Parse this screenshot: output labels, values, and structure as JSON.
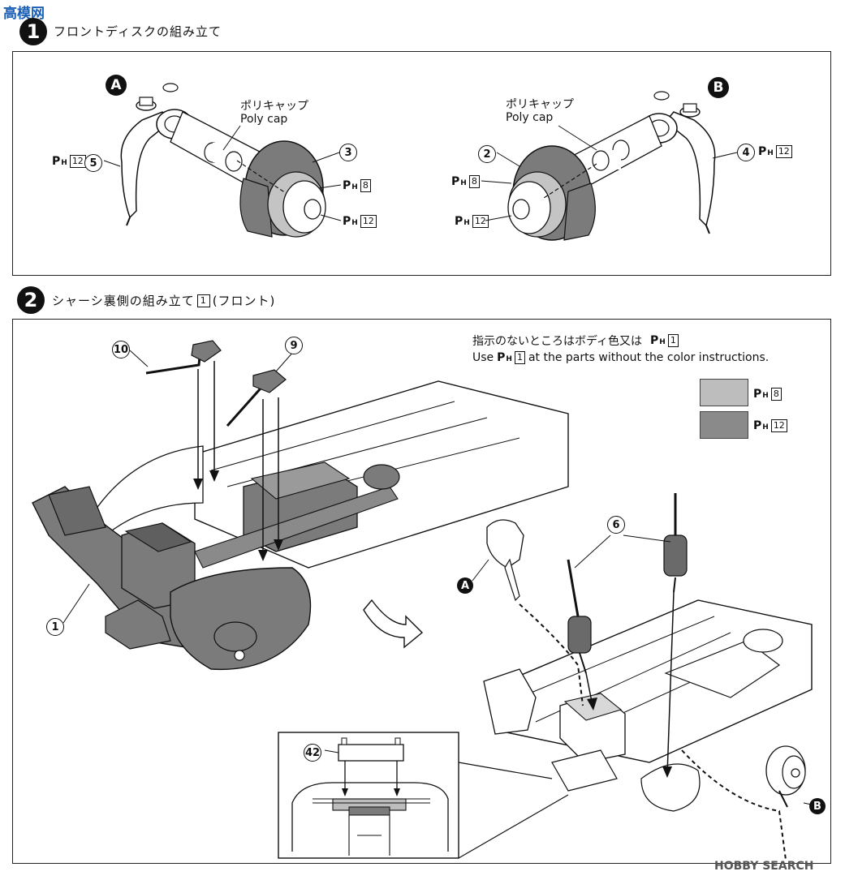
{
  "watermark_top": "高模网",
  "step1": {
    "number": "1",
    "title": "フロントディスクの組み立て",
    "marker_a": "A",
    "marker_b": "B",
    "polycap_jp": "ポリキャップ",
    "polycap_en": "Poly cap",
    "parts": [
      "5",
      "3",
      "2",
      "4"
    ],
    "paint": [
      {
        "p": "P",
        "h": "H",
        "code": "12"
      },
      {
        "p": "P",
        "h": "H",
        "code": "8"
      }
    ]
  },
  "step2": {
    "number": "2",
    "title": "シャーシ裏側の組み立て",
    "title_box": "1",
    "title_suffix": "(フロント)",
    "note_jp": "指示のないところはボディ色又は",
    "note_en_prefix": "Use",
    "note_en_suffix": "at the parts without the color instructions.",
    "body_code": "1",
    "legend": [
      {
        "code": "8",
        "color": "#bdbdbd"
      },
      {
        "code": "12",
        "color": "#8a8a8a"
      }
    ],
    "parts": [
      "10",
      "9",
      "1",
      "6",
      "42"
    ],
    "marker_a": "A",
    "marker_b": "B"
  },
  "colors": {
    "light_grey": "#c4c4c4",
    "dark_grey": "#7b7b7b"
  },
  "watermark_bottom": "HOBBY SEARCH"
}
